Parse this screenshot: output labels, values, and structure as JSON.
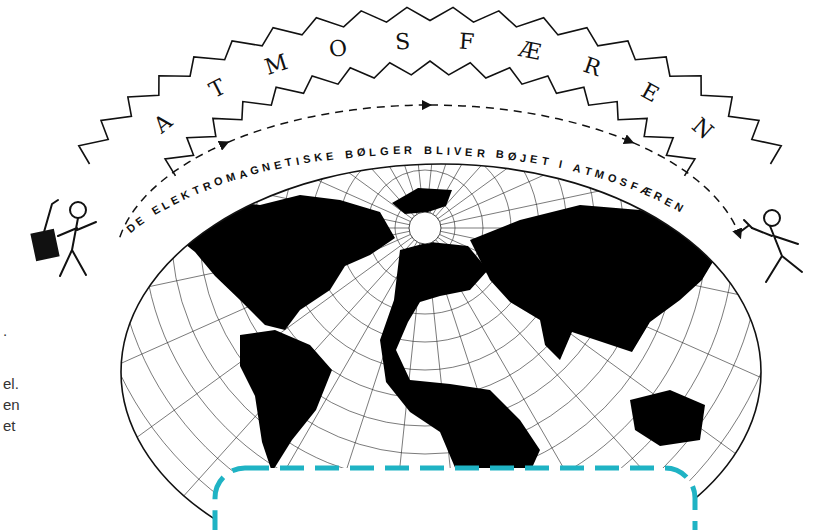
{
  "diagram": {
    "labels": [
      "ATMOSFÆREN",
      "DE ELEKTROMAGNETISKE BØLGER BLIVER BØJET I ATMOSFÆREN",
      ".",
      "el.",
      "en",
      "et"
    ]
  }
}
